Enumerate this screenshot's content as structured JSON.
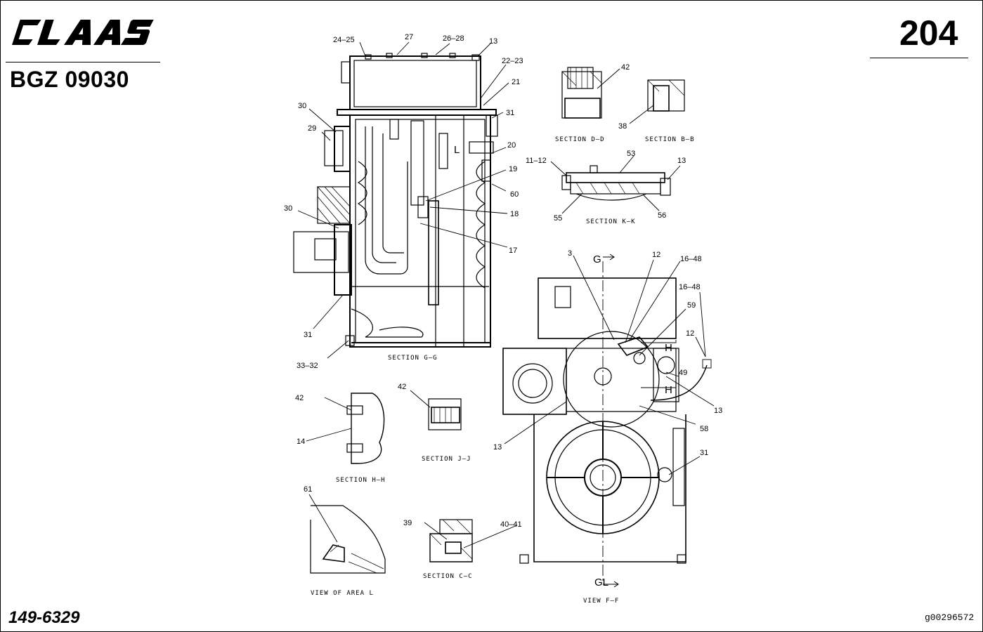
{
  "header": {
    "brand_logo": "CLAAS",
    "doc_code": "BGZ 09030",
    "page_number": "204"
  },
  "footer": {
    "part_number": "149-6329",
    "image_id": "g00296572"
  },
  "callouts": {
    "c24_25": "24–25",
    "c27": "27",
    "c26_28": "26–28",
    "c13a": "13",
    "c22_23": "22–23",
    "c21": "21",
    "c31a": "31",
    "c30a": "30",
    "c29": "29",
    "c20": "20",
    "c19": "19",
    "c60": "60",
    "c18": "18",
    "c30b": "30",
    "c17": "17",
    "c31b": "31",
    "c33_32": "33–32",
    "c42a": "42",
    "c38": "38",
    "c11_12": "11–12",
    "c53": "53",
    "c13b": "13",
    "c55": "55",
    "c56": "56",
    "c3": "3",
    "c12a": "12",
    "c16_48a": "16–48",
    "c16_48b": "16–48",
    "c59": "59",
    "c12b": "12",
    "c49": "49",
    "c13c": "13",
    "c58": "58",
    "c13d": "13",
    "c31c": "31",
    "c42b": "42",
    "c14": "14",
    "c42c": "42",
    "c61": "61",
    "c39": "39",
    "c40_41": "40–41",
    "L": "L",
    "G_top": "G",
    "G_bottom": "GL",
    "H_top": "H",
    "H_bottom": "H"
  },
  "captions": {
    "section_gg": "SECTION G–G",
    "section_dd": "SECTION D–D",
    "section_bb": "SECTION B–B",
    "section_kk": "SECTION K–K",
    "section_hh": "SECTION H–H",
    "section_jj": "SECTION J–J",
    "section_cc": "SECTION C–C",
    "view_area_l": "VIEW OF AREA L",
    "view_ff": "VIEW F–F"
  }
}
